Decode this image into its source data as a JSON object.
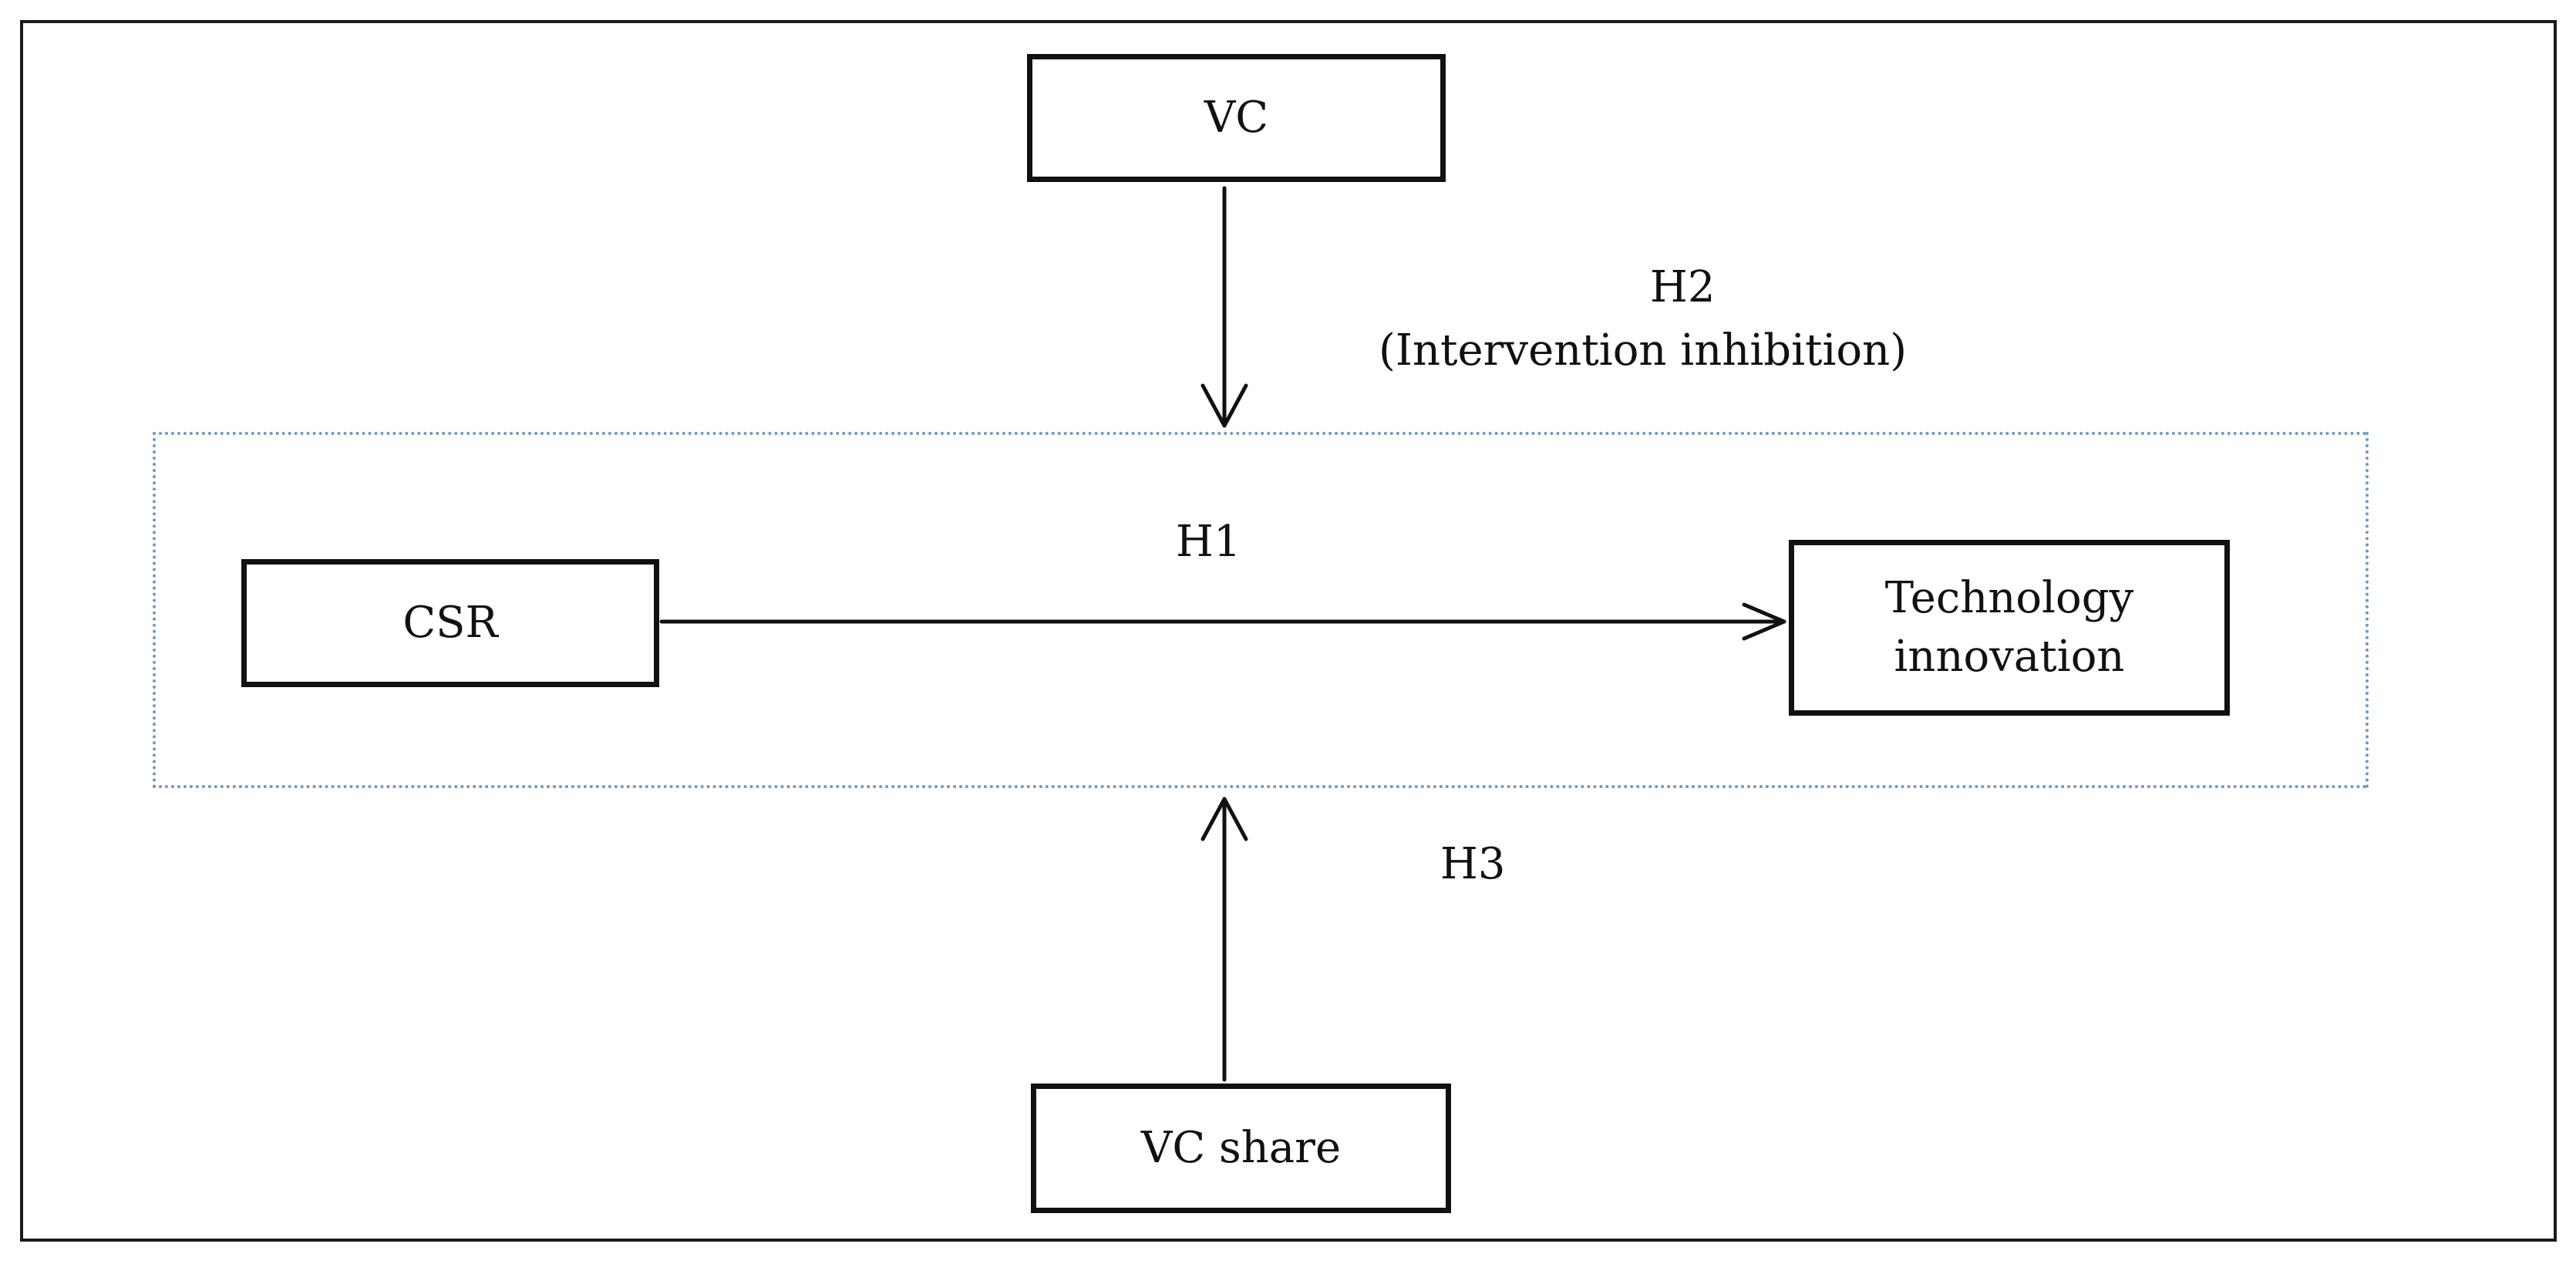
{
  "nodes": {
    "vc": "VC",
    "csr": "CSR",
    "tech_line1": "Technology",
    "tech_line2": "innovation",
    "vc_share": "VC share"
  },
  "edges": {
    "h1": "H1",
    "h2": "H2",
    "h2_note": "(Intervention inhibition)",
    "h3": "H3"
  }
}
